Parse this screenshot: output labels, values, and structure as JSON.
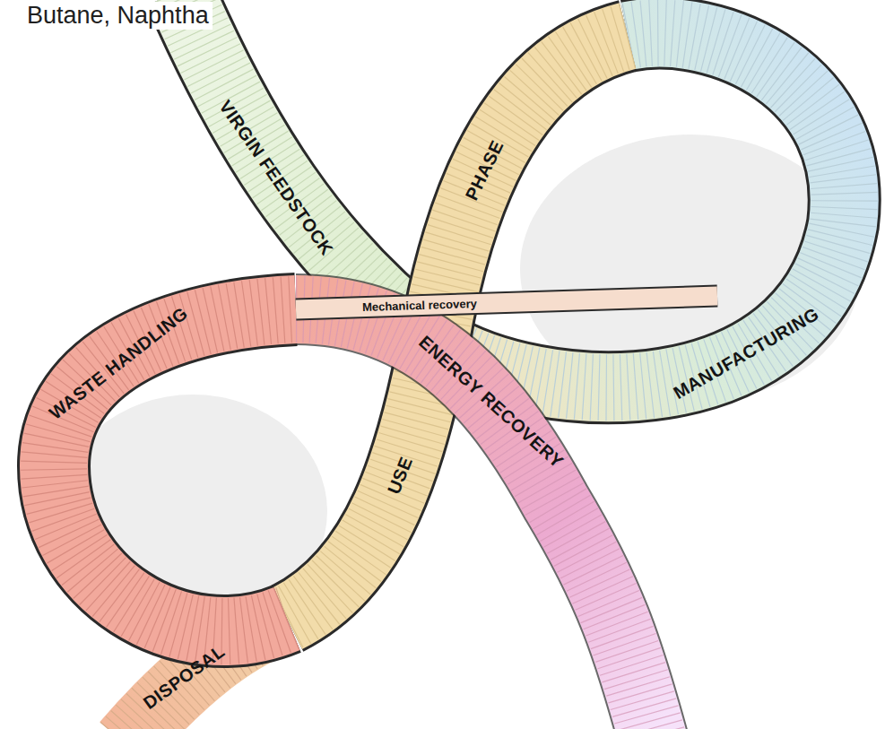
{
  "diagram": {
    "nodes": [
      {
        "text": [
          "VIRGIN FEEDSTOCK"
        ]
      },
      {
        "text": [
          "MANUFACTURING"
        ]
      },
      {
        "text": [
          "USE",
          "PHASE"
        ]
      },
      {
        "text": [
          "Mechanical recovery"
        ]
      },
      {
        "text": [
          "WASTE HANDLING"
        ]
      },
      {
        "text": [
          "ENERGY RECOVERY"
        ]
      },
      {
        "text": [
          "DISPOSAL"
        ]
      }
    ],
    "labels": [
      "Butane, Naphtha"
    ]
  }
}
